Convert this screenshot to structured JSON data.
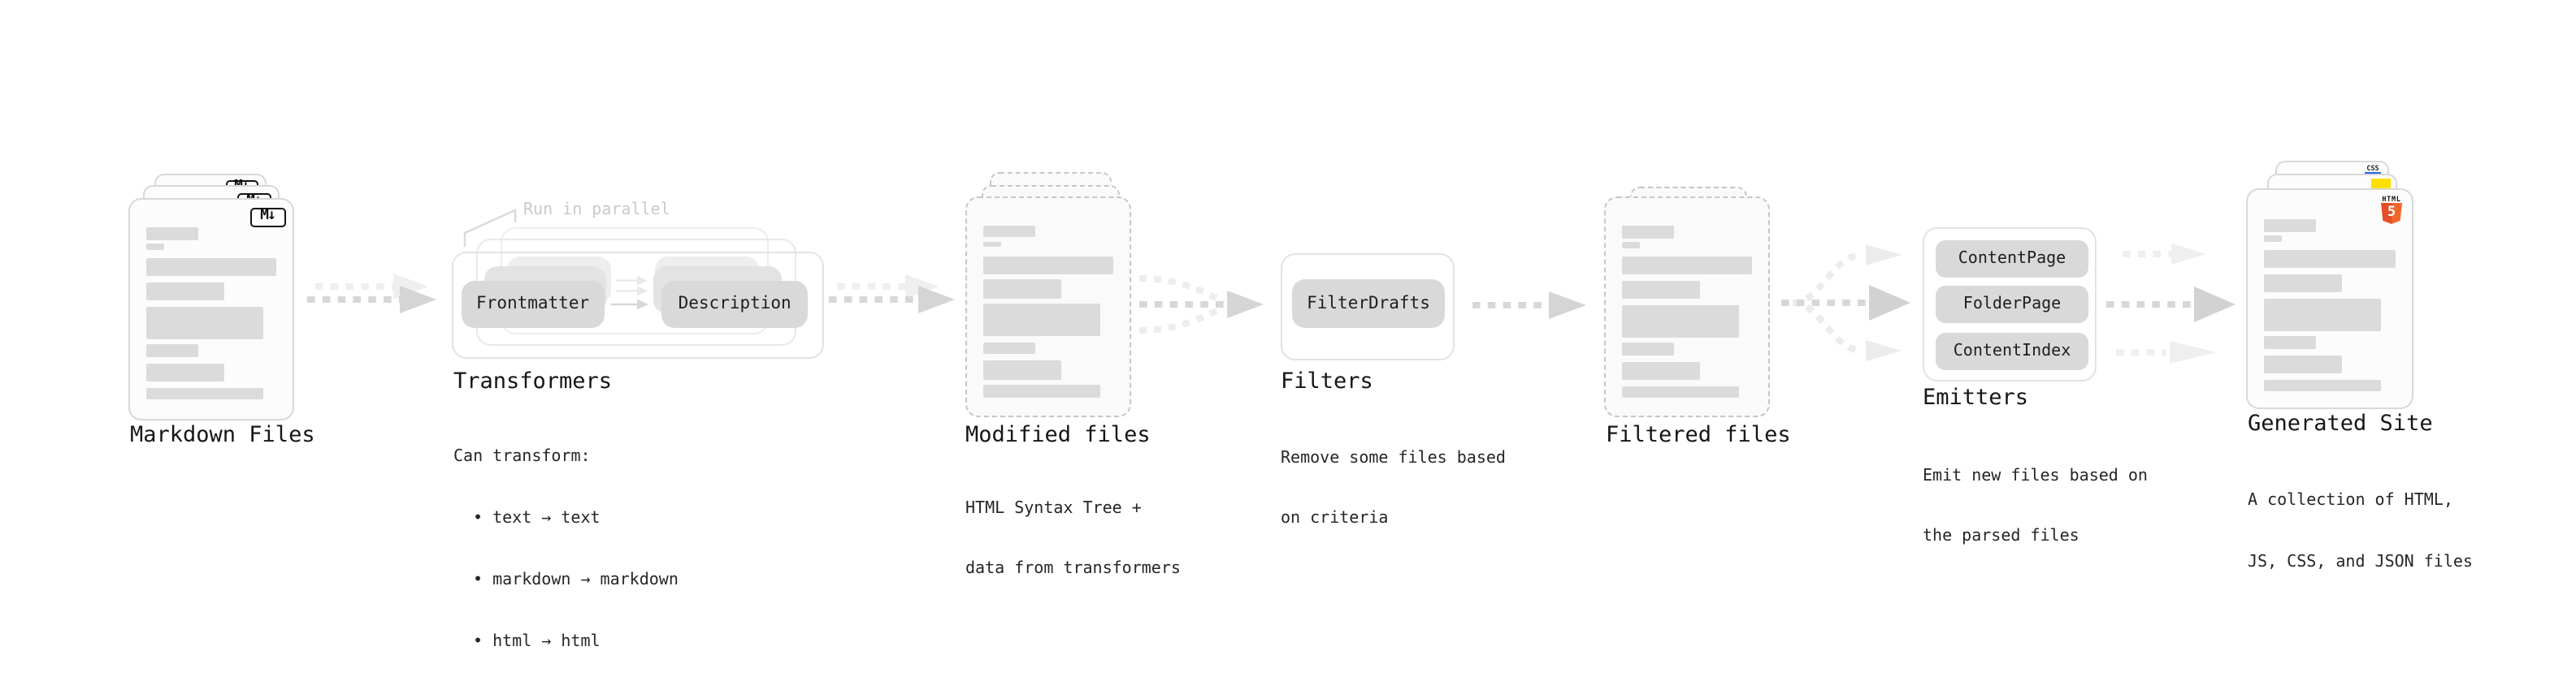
{
  "stages": {
    "markdown": {
      "title": "Markdown Files",
      "file_badge": "M↓"
    },
    "transformers": {
      "title": "Transformers",
      "parallel_note": "Run in parallel",
      "input_box": "Frontmatter",
      "output_box": "Description",
      "description": [
        "Can transform:",
        "• text → text",
        "• markdown → markdown",
        "• html → html"
      ]
    },
    "modified": {
      "title": "Modified files",
      "description": [
        "HTML Syntax Tree +",
        "data from transformers"
      ]
    },
    "filters": {
      "title": "Filters",
      "box": "FilterDrafts",
      "description": [
        "Remove some files based",
        "on criteria"
      ]
    },
    "filtered": {
      "title": "Filtered files"
    },
    "emitters": {
      "title": "Emitters",
      "boxes": [
        "ContentPage",
        "FolderPage",
        "ContentIndex"
      ],
      "description": [
        "Emit new files based on",
        "the parsed files"
      ]
    },
    "generated": {
      "title": "Generated Site",
      "css_badge": "CSS",
      "html_badge_word": "HTML",
      "html_badge_number": "5",
      "description": [
        "A collection of HTML,",
        "JS, CSS, and JSON files"
      ]
    }
  },
  "colors": {
    "html5_orange": "#e44d26",
    "js_yellow": "#ffdf00",
    "css_blue": "#2862e9"
  }
}
